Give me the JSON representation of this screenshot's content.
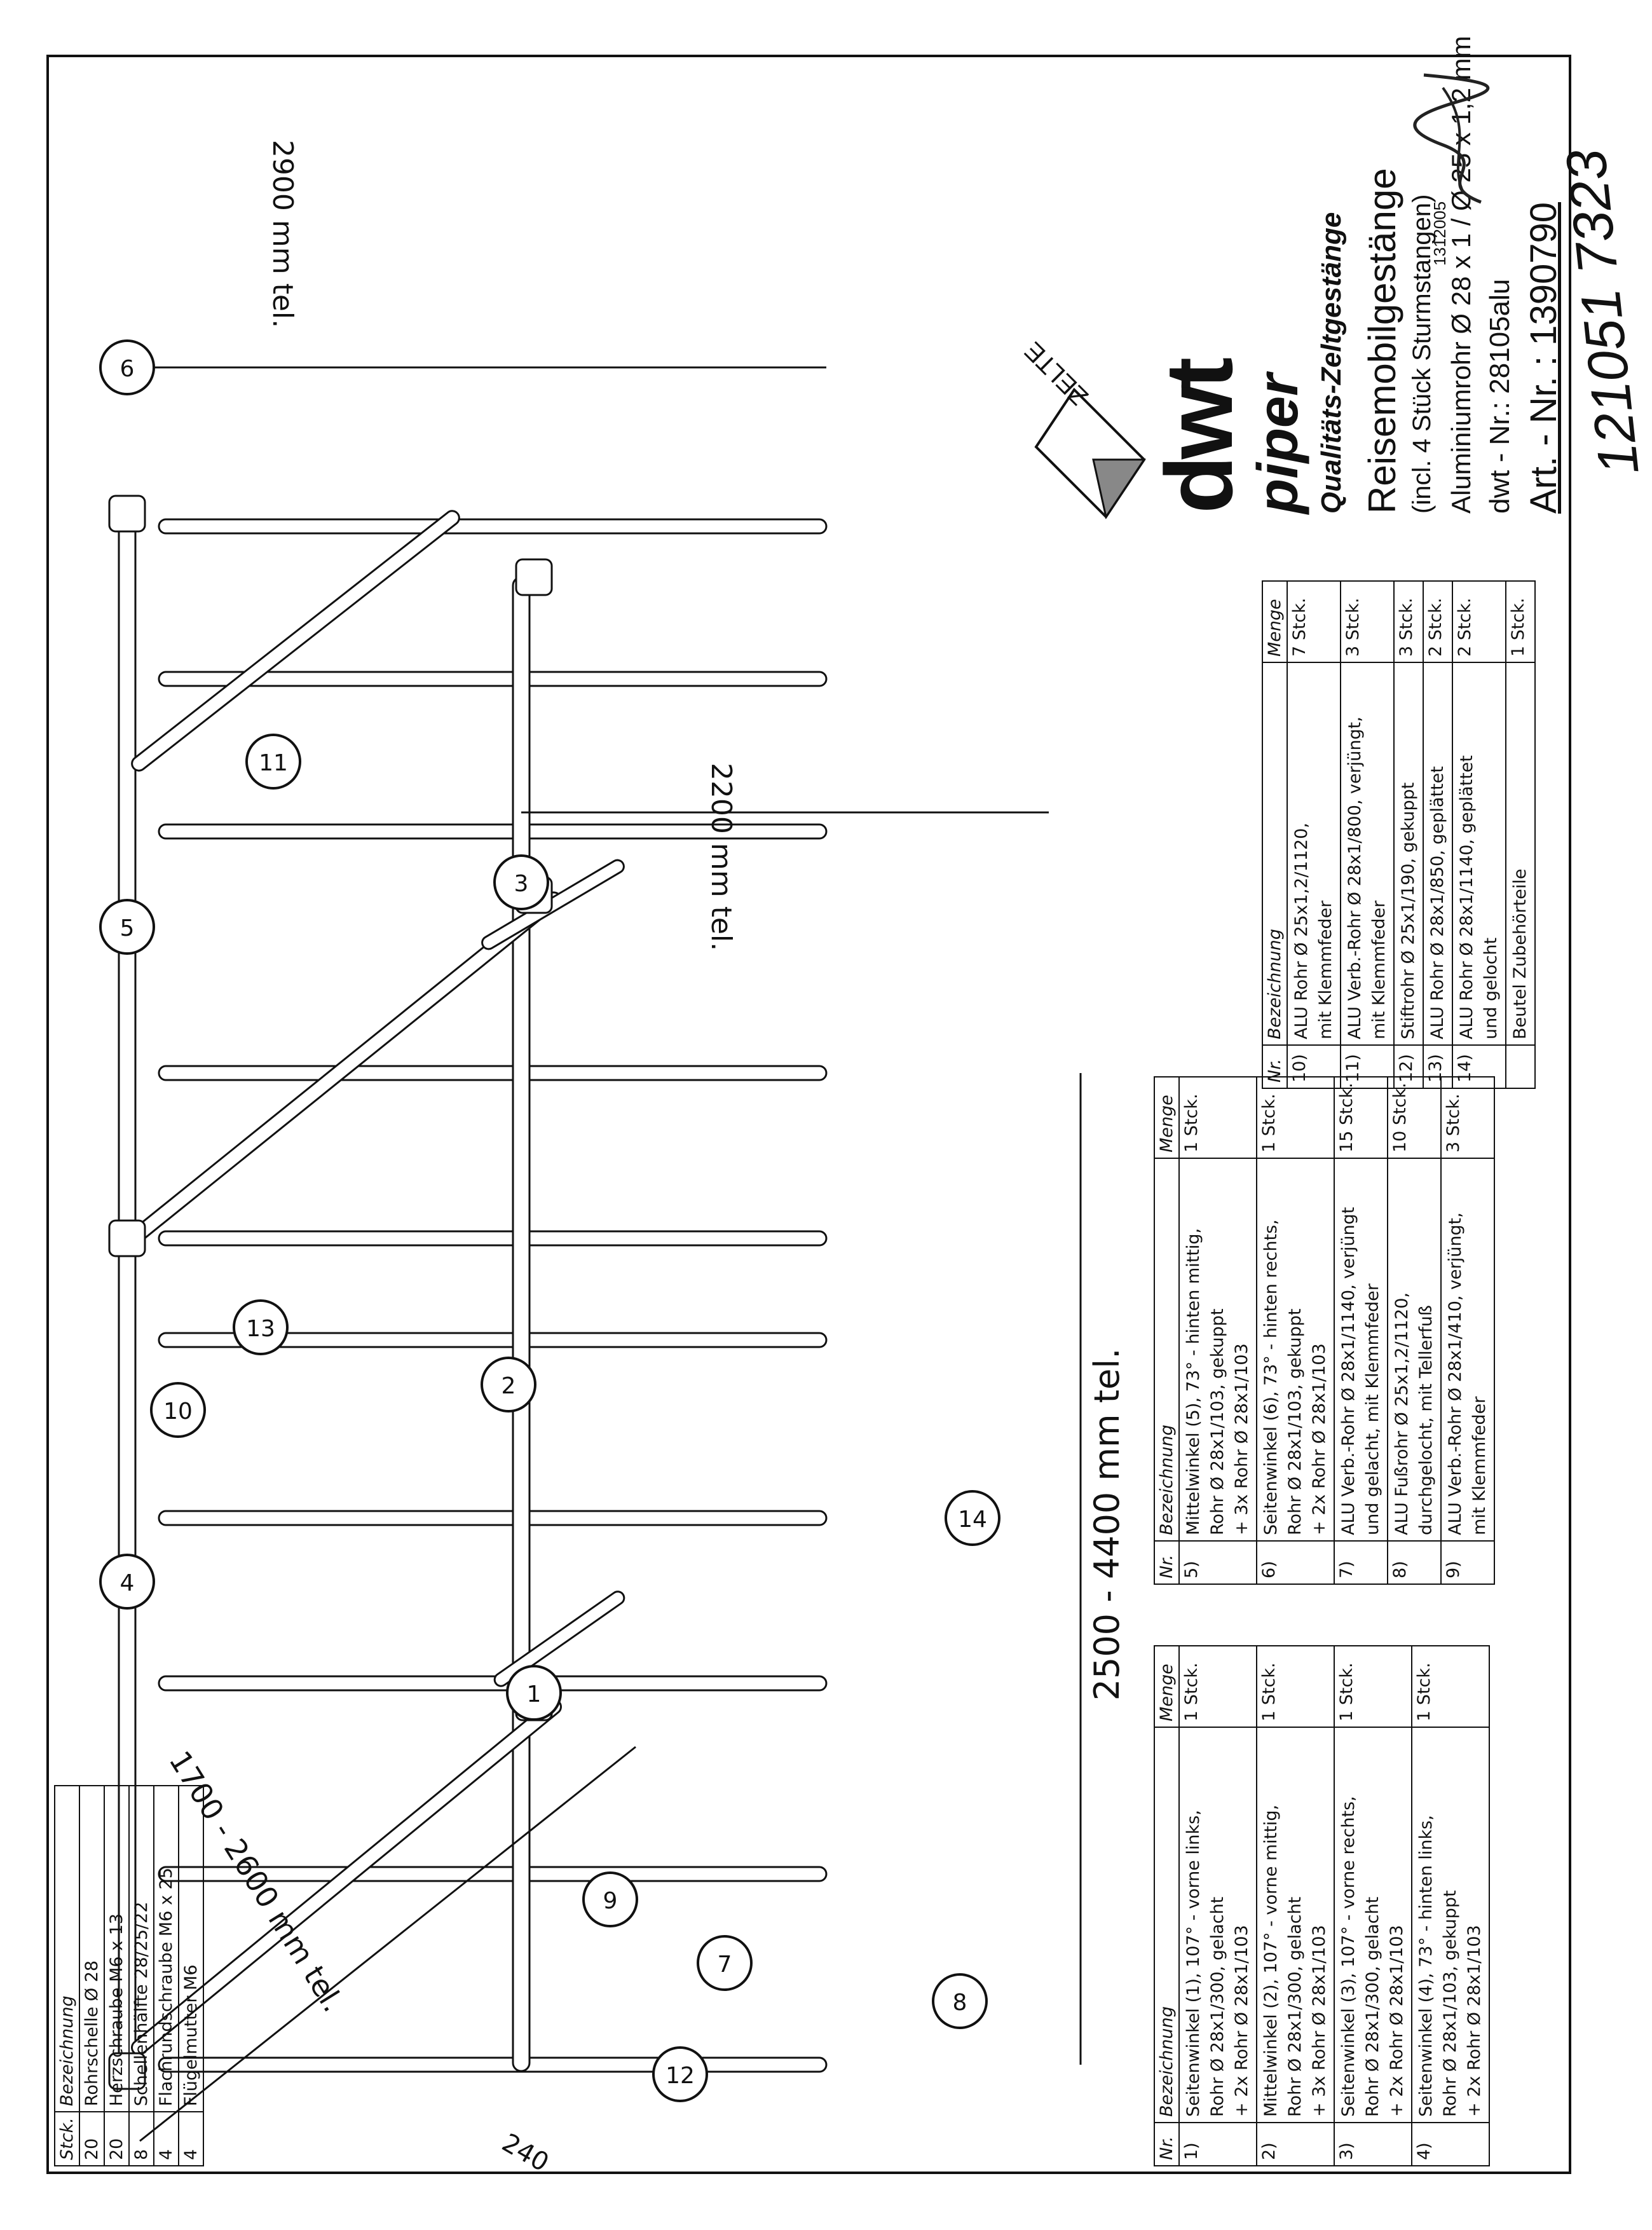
{
  "dimensions": {
    "d2900": "2900 mm tel.",
    "d2200": "2200 mm tel.",
    "width": "2500 - 4400 mm tel.",
    "diagonal": "1700 - 2600 mm tel.",
    "offset": "240"
  },
  "part_callouts": [
    "1",
    "2",
    "3",
    "4",
    "5",
    "6",
    "7",
    "8",
    "9",
    "10",
    "11",
    "12",
    "13",
    "14"
  ],
  "hardware": {
    "headers": [
      "Stck.",
      "Bezeichnung"
    ],
    "rows": [
      [
        "20",
        "Rohrschelle Ø 28"
      ],
      [
        "20",
        "Herzschraube M6 x 13"
      ],
      [
        "8",
        "Schellenhälfte 28/25/22"
      ],
      [
        "4",
        "Flachrundschraube M6 x 25"
      ],
      [
        "4",
        "Flügelmutter M6"
      ]
    ]
  },
  "parts_a": {
    "headers": [
      "Nr.",
      "Bezeichnung",
      "Menge"
    ],
    "rows": [
      {
        "nr": "1)",
        "l1": "Seitenwinkel (1), 107° - vorne links,",
        "l2": "Rohr Ø 28x1/300, gelacht",
        "l3": "+ 2x Rohr Ø 28x1/103",
        "qty": "1 Stck."
      },
      {
        "nr": "2)",
        "l1": "Mittelwinkel (2), 107° - vorne mittig,",
        "l2": "Rohr Ø 28x1/300, gelacht",
        "l3": "+ 3x Rohr Ø 28x1/103",
        "qty": "1 Stck."
      },
      {
        "nr": "3)",
        "l1": "Seitenwinkel (3), 107° - vorne rechts,",
        "l2": "Rohr Ø 28x1/300, gelacht",
        "l3": "+ 2x Rohr Ø 28x1/103",
        "qty": "1 Stck."
      },
      {
        "nr": "4)",
        "l1": "Seitenwinkel (4), 73° - hinten links,",
        "l2": "Rohr Ø 28x1/103, gekuppt",
        "l3": "+ 2x Rohr Ø 28x1/103",
        "qty": "1 Stck."
      }
    ]
  },
  "parts_b": {
    "headers": [
      "Nr.",
      "Bezeichnung",
      "Menge"
    ],
    "rows": [
      {
        "nr": "5)",
        "l1": "Mittelwinkel (5), 73° - hinten mittig,",
        "l2": "Rohr Ø 28x1/103, gekuppt",
        "l3": "+ 3x Rohr Ø 28x1/103",
        "qty": "1 Stck."
      },
      {
        "nr": "6)",
        "l1": "Seitenwinkel (6), 73° - hinten rechts,",
        "l2": "Rohr Ø 28x1/103, gekuppt",
        "l3": "+ 2x Rohr Ø 28x1/103",
        "qty": "1 Stck."
      },
      {
        "nr": "7)",
        "l1": "ALU Verb.-Rohr Ø 28x1/1140, verjüngt",
        "l2": "und gelacht, mit Klemmfeder",
        "qty": "15 Stck."
      },
      {
        "nr": "8)",
        "l1": "ALU Fußrohr Ø 25x1,2/1120,",
        "l2": "durchgelocht, mit Tellerfuß",
        "qty": "10 Stck."
      },
      {
        "nr": "9)",
        "l1": "ALU Verb.-Rohr Ø 28x1/410, verjüngt,",
        "l2": "mit Klemmfeder",
        "qty": "3 Stck."
      }
    ]
  },
  "parts_c": {
    "headers": [
      "Nr.",
      "Bezeichnung",
      "Menge"
    ],
    "rows": [
      {
        "nr": "10)",
        "l1": "ALU Rohr Ø 25x1,2/1120,",
        "l2": "mit Klemmfeder",
        "qty": "7 Stck."
      },
      {
        "nr": "11)",
        "l1": "ALU Verb.-Rohr Ø 28x1/800, verjüngt,",
        "l2": "mit Klemmfeder",
        "qty": "3 Stck."
      },
      {
        "nr": "12)",
        "l1": "Stiftrohr Ø 25x1/190, gekuppt",
        "qty": "3 Stck."
      },
      {
        "nr": "13)",
        "l1": "ALU Rohr Ø 28x1/850, geplättet",
        "qty": "2 Stck."
      },
      {
        "nr": "14)",
        "l1": "ALU Rohr Ø 28x1/1140, geplättet",
        "l2": "und gelocht",
        "qty": "2 Stck."
      },
      {
        "nr": "",
        "l1": "Beutel Zubehörteile",
        "qty": "1 Stck."
      }
    ]
  },
  "title_block": {
    "logo_dwt": "dwt",
    "logo_zelte": "ZELTE",
    "logo_piper": "piper",
    "tagline": "Qualitäts-Zeltgestänge",
    "product": "Reisemobilgestänge",
    "note": "(incl. 4 Stück Sturmstangen)",
    "material": "Aluminiumrohr Ø 28 x 1 / Ø 25 x 1,2 mm",
    "dwt_number": "dwt - Nr.: 28105alu",
    "article_number": "Art. - Nr. : 1390790",
    "date_code": "1312005",
    "handwritten": "121051 7323"
  }
}
